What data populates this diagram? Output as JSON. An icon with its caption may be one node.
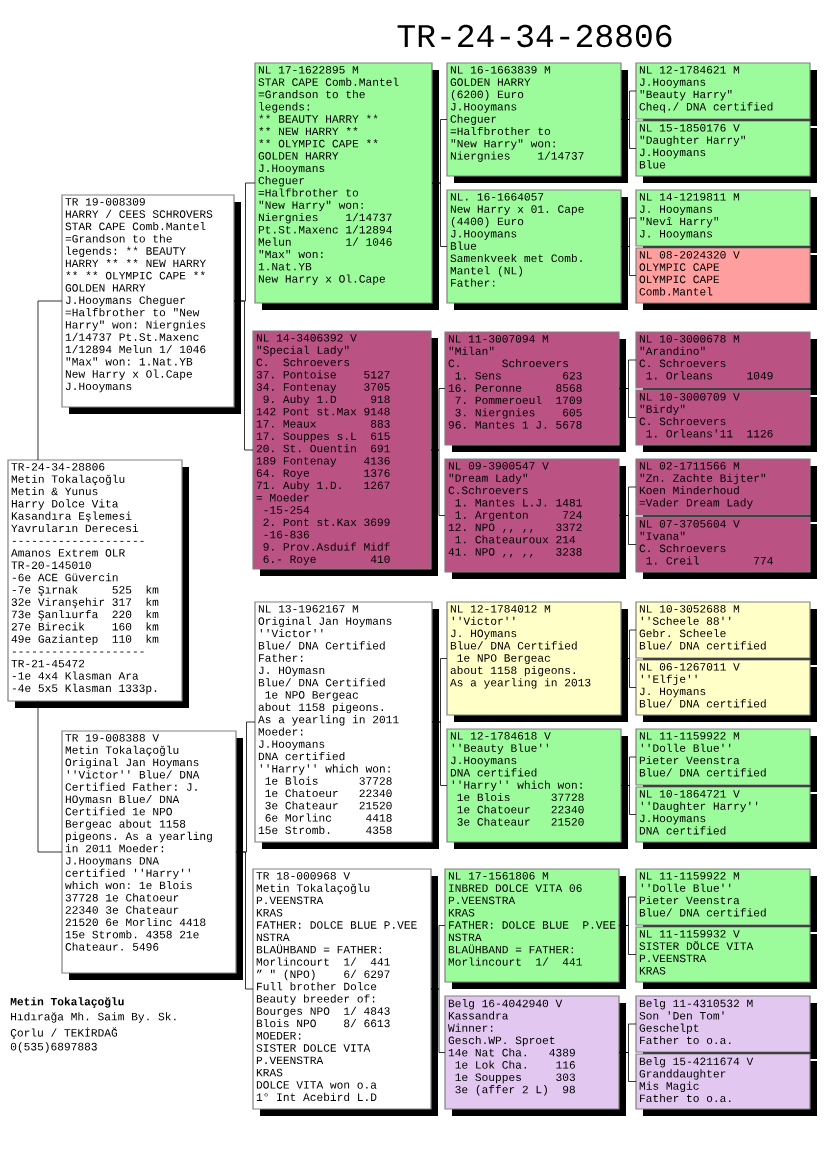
{
  "diagram": {
    "title": "TR-24-34-28806",
    "nodes": [
      {
        "text": [
          "TR-24-34-28806",
          "Metin Tokalaçoğlu",
          "Metin & Yunus",
          "Harry Dolce Vita",
          "Kasandıra Eşlemesi",
          "Yavruların Derecesi",
          "--------------------",
          "Amanos Extrem OLR",
          "TR-20-145010",
          "-6e ACE Güvercin",
          "-7e Şırnak     525  km",
          "32e Viranşehir 317  km",
          "73e Şanlıurfa  220  km",
          "27e Birecik    160  km",
          "49e Gaziantep  110  km",
          "--------------------",
          "TR-21-45472",
          "-1e 4x4 Klasman Ara",
          "-4e 5x5 Klasman 1333p."
        ]
      },
      {
        "text": [
          "TR 19-008309",
          "HARRY / CEES SCHROVERS STAR CAPE Comb.Mantel =Grandson to the legends: ** BEAUTY HARRY ** ** NEW HARRY ** ** OLYMPIC CAPE ** GOLDEN HARRY J.Hooymans Cheguer =Halfbrother to \"New Harry\" won: Niergnies 1/14737 Pt.St.Maxenc 1/12894 Melun 1/ 1046 \"Max\" won: 1.Nat.YB New Harry x Ol.Cape J.Hooymans"
        ]
      },
      {
        "text": [
          "TR 19-008388 V",
          "Metin Tokalaçoğlu Original Jan Hoymans ''Victor'' Blue/ DNA Certified Father: J. HOymasn Blue/ DNA Certified 1e NPO Bergeac about 1158 pigeons. As a yearling in 2011 Moeder: J.Hooymans DNA certified ''Harry'' which won: 1e Blois 37728 1e Chatoeur 22340 3e Chateaur 21520 6e Morlinc 4418 15e Stromb. 4358 21e Chateaur. 5496"
        ]
      },
      {
        "text": [
          "NL 17-1622895 M",
          "STAR CAPE Comb.Mantel",
          "=Grandson to the",
          "legends:",
          "** BEAUTY HARRY **",
          "** NEW HARRY **",
          "** OLYMPIC CAPE **",
          "GOLDEN HARRY",
          "J.Hooymans",
          "Cheguer",
          "=Halfbrother to",
          "\"New Harry\" won:",
          "Niergnies    1/14737",
          "Pt.St.Maxenc 1/12894",
          "Melun        1/ 1046",
          "\"Max\" won:",
          "1.Nat.YB",
          "New Harry x Ol.Cape"
        ]
      },
      {
        "text": [
          "NL 14-3406392 V",
          "\"Special Lady\"",
          "C.  Schroevers",
          "37. Pontoise    5127",
          "34. Fontenay    3705",
          " 9. Auby 1.D     918",
          "142 Pont st.Max 9148",
          "17. Meaux        883",
          "17. Souppes s.L  615",
          "20. St. Ouentin  691",
          "189 Fontenay    4136",
          "64. Roye        1376",
          "71. Auby 1.D.   1267",
          "= Moeder",
          " -15-254",
          " 2. Pont st.Kax 3699",
          " -16-836",
          " 9. Prov.Asduif Midf",
          " 6.- Roye        410"
        ]
      },
      {
        "text": [
          "NL 13-1962167 M",
          "Original Jan Hoymans",
          "''Victor''",
          "Blue/ DNA Certified",
          "Father:",
          "J. HOymasn",
          "Blue/ DNA Certified",
          " 1e NPO Bergeac",
          "about 1158 pigeons.",
          "As a yearling in 2011",
          "Moeder:",
          "J.Hooymans",
          "DNA certified",
          "''Harry'' which won:",
          " 1e Blois      37728",
          " 1e Chatoeur   22340",
          " 3e Chateaur   21520",
          " 6e Morlinc     4418",
          "15e Stromb.     4358"
        ]
      },
      {
        "text": [
          "TR 18-000968 V",
          "Metin Tokalaçoğlu",
          "P.VEENSTRA",
          "KRAS",
          "FATHER: DOLCE BLUE P.VEE",
          "NSTRA",
          "BLAÜHBAND = FATHER:",
          "Morlincourt  1/  441",
          "” \" (NPO)    6/ 6297",
          "Full brother Dolce",
          "Beauty breeder of:",
          "Bourges NPO  1/ 4843",
          "Blois NPO    8/ 6613",
          "MOEDER:",
          "SISTER DOLCE VITA",
          "P.VEENSTRA",
          "KRAS",
          "DOLCE VITA won o.a",
          "1° Int Acebird L.D"
        ]
      },
      {
        "text": [
          "NL 16-1663839 M",
          "GOLDEN HARRY",
          "(6200) Euro",
          "J.Hooymans",
          "Cheguer",
          "=Halfbrother to",
          "\"New Harry\" won:",
          "Niergnies    1/14737"
        ]
      },
      {
        "text": [
          "NL. 16-1664057",
          "New Harry x 01. Cape",
          "(4400) Euro",
          "J.Hooymans",
          "Blue",
          "Samenkveek met Comb. Mantel (NL)",
          "Father:"
        ]
      },
      {
        "text": [
          "NL 11-3007094 M",
          "\"Milan\"",
          "C.      Schroevers",
          " 1. Sens         623",
          "16. Peronne     8568",
          " 7. Pommeroeul  1709",
          " 3. Niergnies    605",
          "96. Mantes 1 J. 5678"
        ]
      },
      {
        "text": [
          "NL 09-3900547 V",
          "\"Dream Lady\"",
          "C.Schroevers",
          " 1. Mantes L.J. 1481",
          " 1. Argenton     724",
          "12. NPO ,, ,,   3372",
          " 1. Chateauroux 214",
          "41. NPO ,, ,,   3238"
        ]
      },
      {
        "text": [
          "NL 12-1784012 M",
          "''Victor''",
          "J. HOymans",
          "Blue/ DNA Certified",
          " 1e NPO Bergeac",
          "about 1158 pigeons.",
          "As a yearling in 2013"
        ]
      },
      {
        "text": [
          "NL 12-1784618 V",
          "''Beauty Blue''",
          "J.Hooymans",
          "DNA certified",
          "''Harry'' which won:",
          " 1e Blois      37728",
          " 1e Chatoeur   22340",
          " 3e Chateaur   21520"
        ]
      },
      {
        "text": [
          "NL 17-1561806 M",
          "INBRED DOLCE VITA 06",
          "P.VEENSTRA",
          "KRAS",
          "FATHER: DOLCE BLUE  P.VEE",
          "NSTRA",
          "BLAÜHBAND = FATHER:",
          "Morlincourt  1/  441"
        ]
      },
      {
        "text": [
          "Belg 16-4042940 V",
          "Kassandra",
          "Winner:",
          "Gesch.WP. Sproet",
          "14e Nat Cha.   4389",
          " 1e Lok Cha.    116",
          " 1e Souppes     303",
          " 3e (affer 2 L)  98"
        ]
      },
      {
        "text": [
          "NL 12-1784621 M",
          "J.Hooymans",
          "\"Beauty Harry\"",
          "Cheq./ DNA certified"
        ]
      },
      {
        "text": [
          "NL 15-1850176 V",
          "\"Daughter Harry\"",
          "J.Hooymans",
          "Blue"
        ]
      },
      {
        "text": [
          "NL 14-1219811 M",
          "J. Hooymans",
          "\"Nevî Harry\"",
          "J. Hooymans"
        ]
      },
      {
        "text": [
          "NL 08-2024320 V",
          "OLYMPIC CAPE",
          "OLYMPIC CAPE",
          "Comb.Mantel"
        ]
      },
      {
        "text": [
          "NL 10-3000678 M",
          "\"Arandino\"",
          "C. Schroevers",
          " 1. Orleans     1049"
        ]
      },
      {
        "text": [
          "NL 10-3000709 V",
          "\"Birdy\"",
          "C. Schroevers",
          " 1. Orleans'11  1126"
        ]
      },
      {
        "text": [
          "NL 02-1711566 M",
          "\"Zn. Zachte Bijter\"",
          "Koen Minderhoud",
          "=Vader Dream Lady"
        ]
      },
      {
        "text": [
          "NL 07-3705604 V",
          "\"Ivana\"",
          "C. Schroevers",
          " 1. Creil        774"
        ]
      },
      {
        "text": [
          "NL 10-3052688 M",
          "''Scheele 88''",
          "Gebr. Scheele",
          "Blue/ DNA certified"
        ]
      },
      {
        "text": [
          "NL 06-1267011 V",
          "''Elfje''",
          "J. Hoymans",
          "Blue/ DNA certified"
        ]
      },
      {
        "text": [
          "NL 11-1159922 M",
          "''Dolle Blue''",
          "Pieter Veenstra",
          "Blue/ DNA certified"
        ]
      },
      {
        "text": [
          "NL 10-1864721 V",
          "''Daughter Harry''",
          "J.Hooymans",
          "DNA certified"
        ]
      },
      {
        "text": [
          "NL 11-1159922 M",
          "''Dolle Blue''",
          "Pieter Veenstra",
          "Blue/ DNA certified"
        ]
      },
      {
        "text": [
          "NL 11-1159932 V",
          "SISTER DÖLCE VITA",
          "P.VEENSTRA",
          "KRAS"
        ]
      },
      {
        "text": [
          "Belg 11-4310532 M",
          "Son 'Den Tom'",
          "Geschelpt",
          "Father to o.a."
        ]
      },
      {
        "text": [
          "Belg 15-4211674 V",
          "Granddaughter",
          "Mis Magic",
          "Father to o.a."
        ]
      }
    ],
    "edges": [
      {
        "from": 0,
        "to": 1,
        "arrow": "none"
      },
      {
        "from": 0,
        "to": 2,
        "arrow": "none"
      },
      {
        "from": 1,
        "to": 3,
        "arrow": "none"
      },
      {
        "from": 1,
        "to": 4,
        "arrow": "none"
      },
      {
        "from": 2,
        "to": 5,
        "arrow": "none"
      },
      {
        "from": 2,
        "to": 6,
        "arrow": "none"
      },
      {
        "from": 3,
        "to": 7,
        "arrow": "none"
      },
      {
        "from": 3,
        "to": 8,
        "arrow": "none"
      },
      {
        "from": 4,
        "to": 9,
        "arrow": "none"
      },
      {
        "from": 4,
        "to": 10,
        "arrow": "none"
      },
      {
        "from": 5,
        "to": 11,
        "arrow": "none"
      },
      {
        "from": 5,
        "to": 12,
        "arrow": "none"
      },
      {
        "from": 6,
        "to": 13,
        "arrow": "none"
      },
      {
        "from": 6,
        "to": 14,
        "arrow": "none"
      },
      {
        "from": 7,
        "to": 15,
        "arrow": "none"
      },
      {
        "from": 7,
        "to": 16,
        "arrow": "none"
      },
      {
        "from": 8,
        "to": 17,
        "arrow": "none"
      },
      {
        "from": 8,
        "to": 18,
        "arrow": "none"
      },
      {
        "from": 9,
        "to": 19,
        "arrow": "none"
      },
      {
        "from": 9,
        "to": 20,
        "arrow": "none"
      },
      {
        "from": 10,
        "to": 21,
        "arrow": "none"
      },
      {
        "from": 10,
        "to": 22,
        "arrow": "none"
      },
      {
        "from": 11,
        "to": 23,
        "arrow": "none"
      },
      {
        "from": 11,
        "to": 24,
        "arrow": "none"
      },
      {
        "from": 12,
        "to": 25,
        "arrow": "none"
      },
      {
        "from": 12,
        "to": 26,
        "arrow": "none"
      },
      {
        "from": 13,
        "to": 27,
        "arrow": "none"
      },
      {
        "from": 13,
        "to": 28,
        "arrow": "none"
      },
      {
        "from": 14,
        "to": 29,
        "arrow": "none"
      },
      {
        "from": 14,
        "to": 30,
        "arrow": "none"
      }
    ],
    "labels": [
      "Metin Tokalaçoğlu",
      "Hıdırağa Mh. Saim By. Sk.",
      "Çorlu / TEKİRDAĞ",
      "0(535)6897883"
    ]
  }
}
